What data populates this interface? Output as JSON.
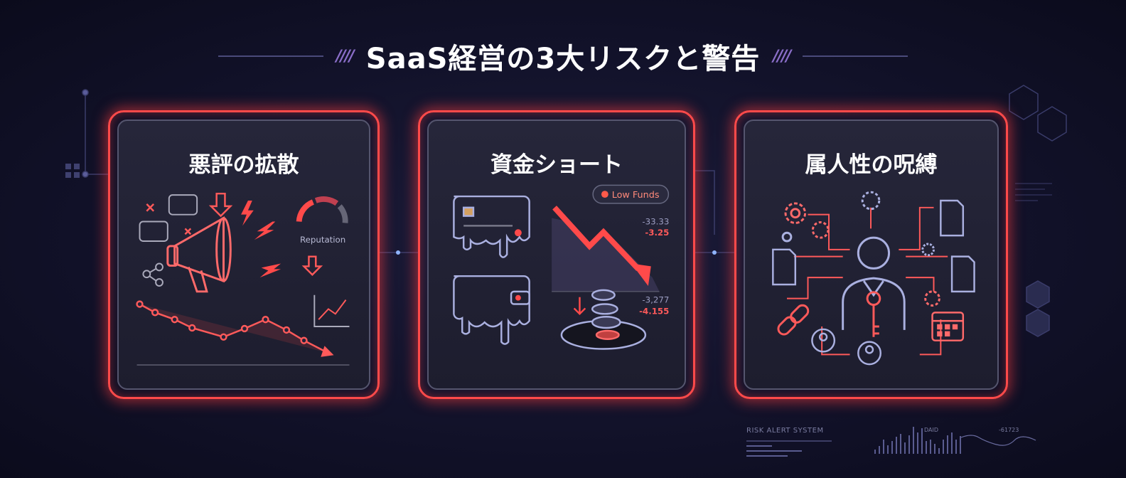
{
  "title": "SaaS経営の3大リスクと警告",
  "title_decor": "////",
  "colors": {
    "accent": "#ff4a4a",
    "background": "#12122a",
    "panel": "#23233a",
    "muted": "#8a8cb4"
  },
  "panels": [
    {
      "title": "悪評の拡散",
      "gauge_label": "Reputation",
      "icons": [
        "x-icon",
        "chat-x-icon",
        "down-arrow-icon",
        "lightning-icon",
        "megaphone-icon",
        "gauge-icon",
        "share-icon",
        "trend-up-icon",
        "declining-line-chart"
      ]
    },
    {
      "title": "資金ショート",
      "badge": "Low Funds",
      "values": [
        {
          "a": "-33.33",
          "b": "-3.25"
        },
        {
          "a": "-3,277",
          "b": "-4.155"
        }
      ],
      "icons": [
        "credit-card-icon",
        "wallet-icon",
        "falling-arrow-chart",
        "coins-icon",
        "hole-icon"
      ]
    },
    {
      "title": "属人性の呪縛",
      "icons": [
        "person-icon",
        "key-icon",
        "gear-icon",
        "document-icon",
        "broken-link-icon",
        "calendar-icon",
        "user-circle-icon"
      ]
    }
  ],
  "footer": {
    "label": "RISK ALERT SYSTEM",
    "left_code": "DAID",
    "right_code": "-61723"
  }
}
